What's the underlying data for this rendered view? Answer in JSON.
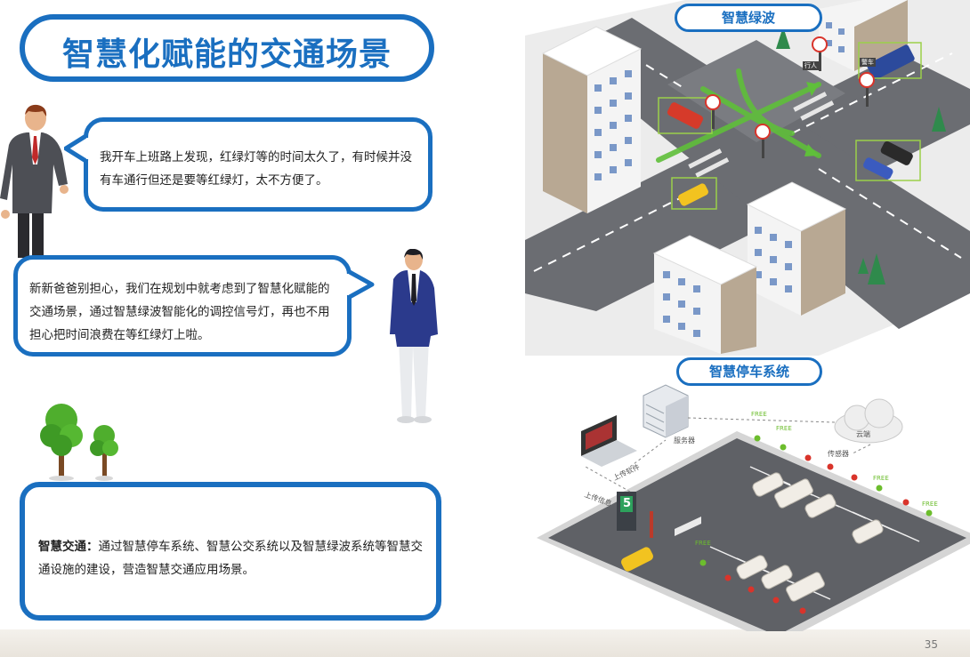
{
  "title": "智慧化赋能的交通场景",
  "speech": {
    "father": "我开车上班路上发现，红绿灯等的时间太久了，有时候并没有车通行但还是要等红绿灯，太不方便了。",
    "planner": "新新爸爸别担心，我们在规划中就考虑到了智慧化赋能的交通场景，通过智慧绿波智能化的调控信号灯，再也不用担心把时间浪费在等红绿灯上啦。"
  },
  "summary": {
    "label": "智慧交通",
    "colon": "：",
    "text": "通过智慧停车系统、智慧公交系统以及智慧绿波系统等智慧交通设施的建设，营造智慧交通应用场景。"
  },
  "illustrations": {
    "green_wave_label": "智慧绿波",
    "parking_label": "智慧停车系统",
    "parking_tags": {
      "cloud": "云端",
      "server": "服务器",
      "upload_software": "上传软件",
      "upload_info": "上传信息",
      "sensor": "传感器",
      "free": "FREE",
      "lot_count": "5",
      "pedestrian": "行人",
      "police": "警车"
    }
  },
  "page_number": "35",
  "colors": {
    "primary": "#1a6fc0",
    "road": "#6b6d72",
    "free_green": "#6cbd2d",
    "signal_red": "#d9342b"
  }
}
